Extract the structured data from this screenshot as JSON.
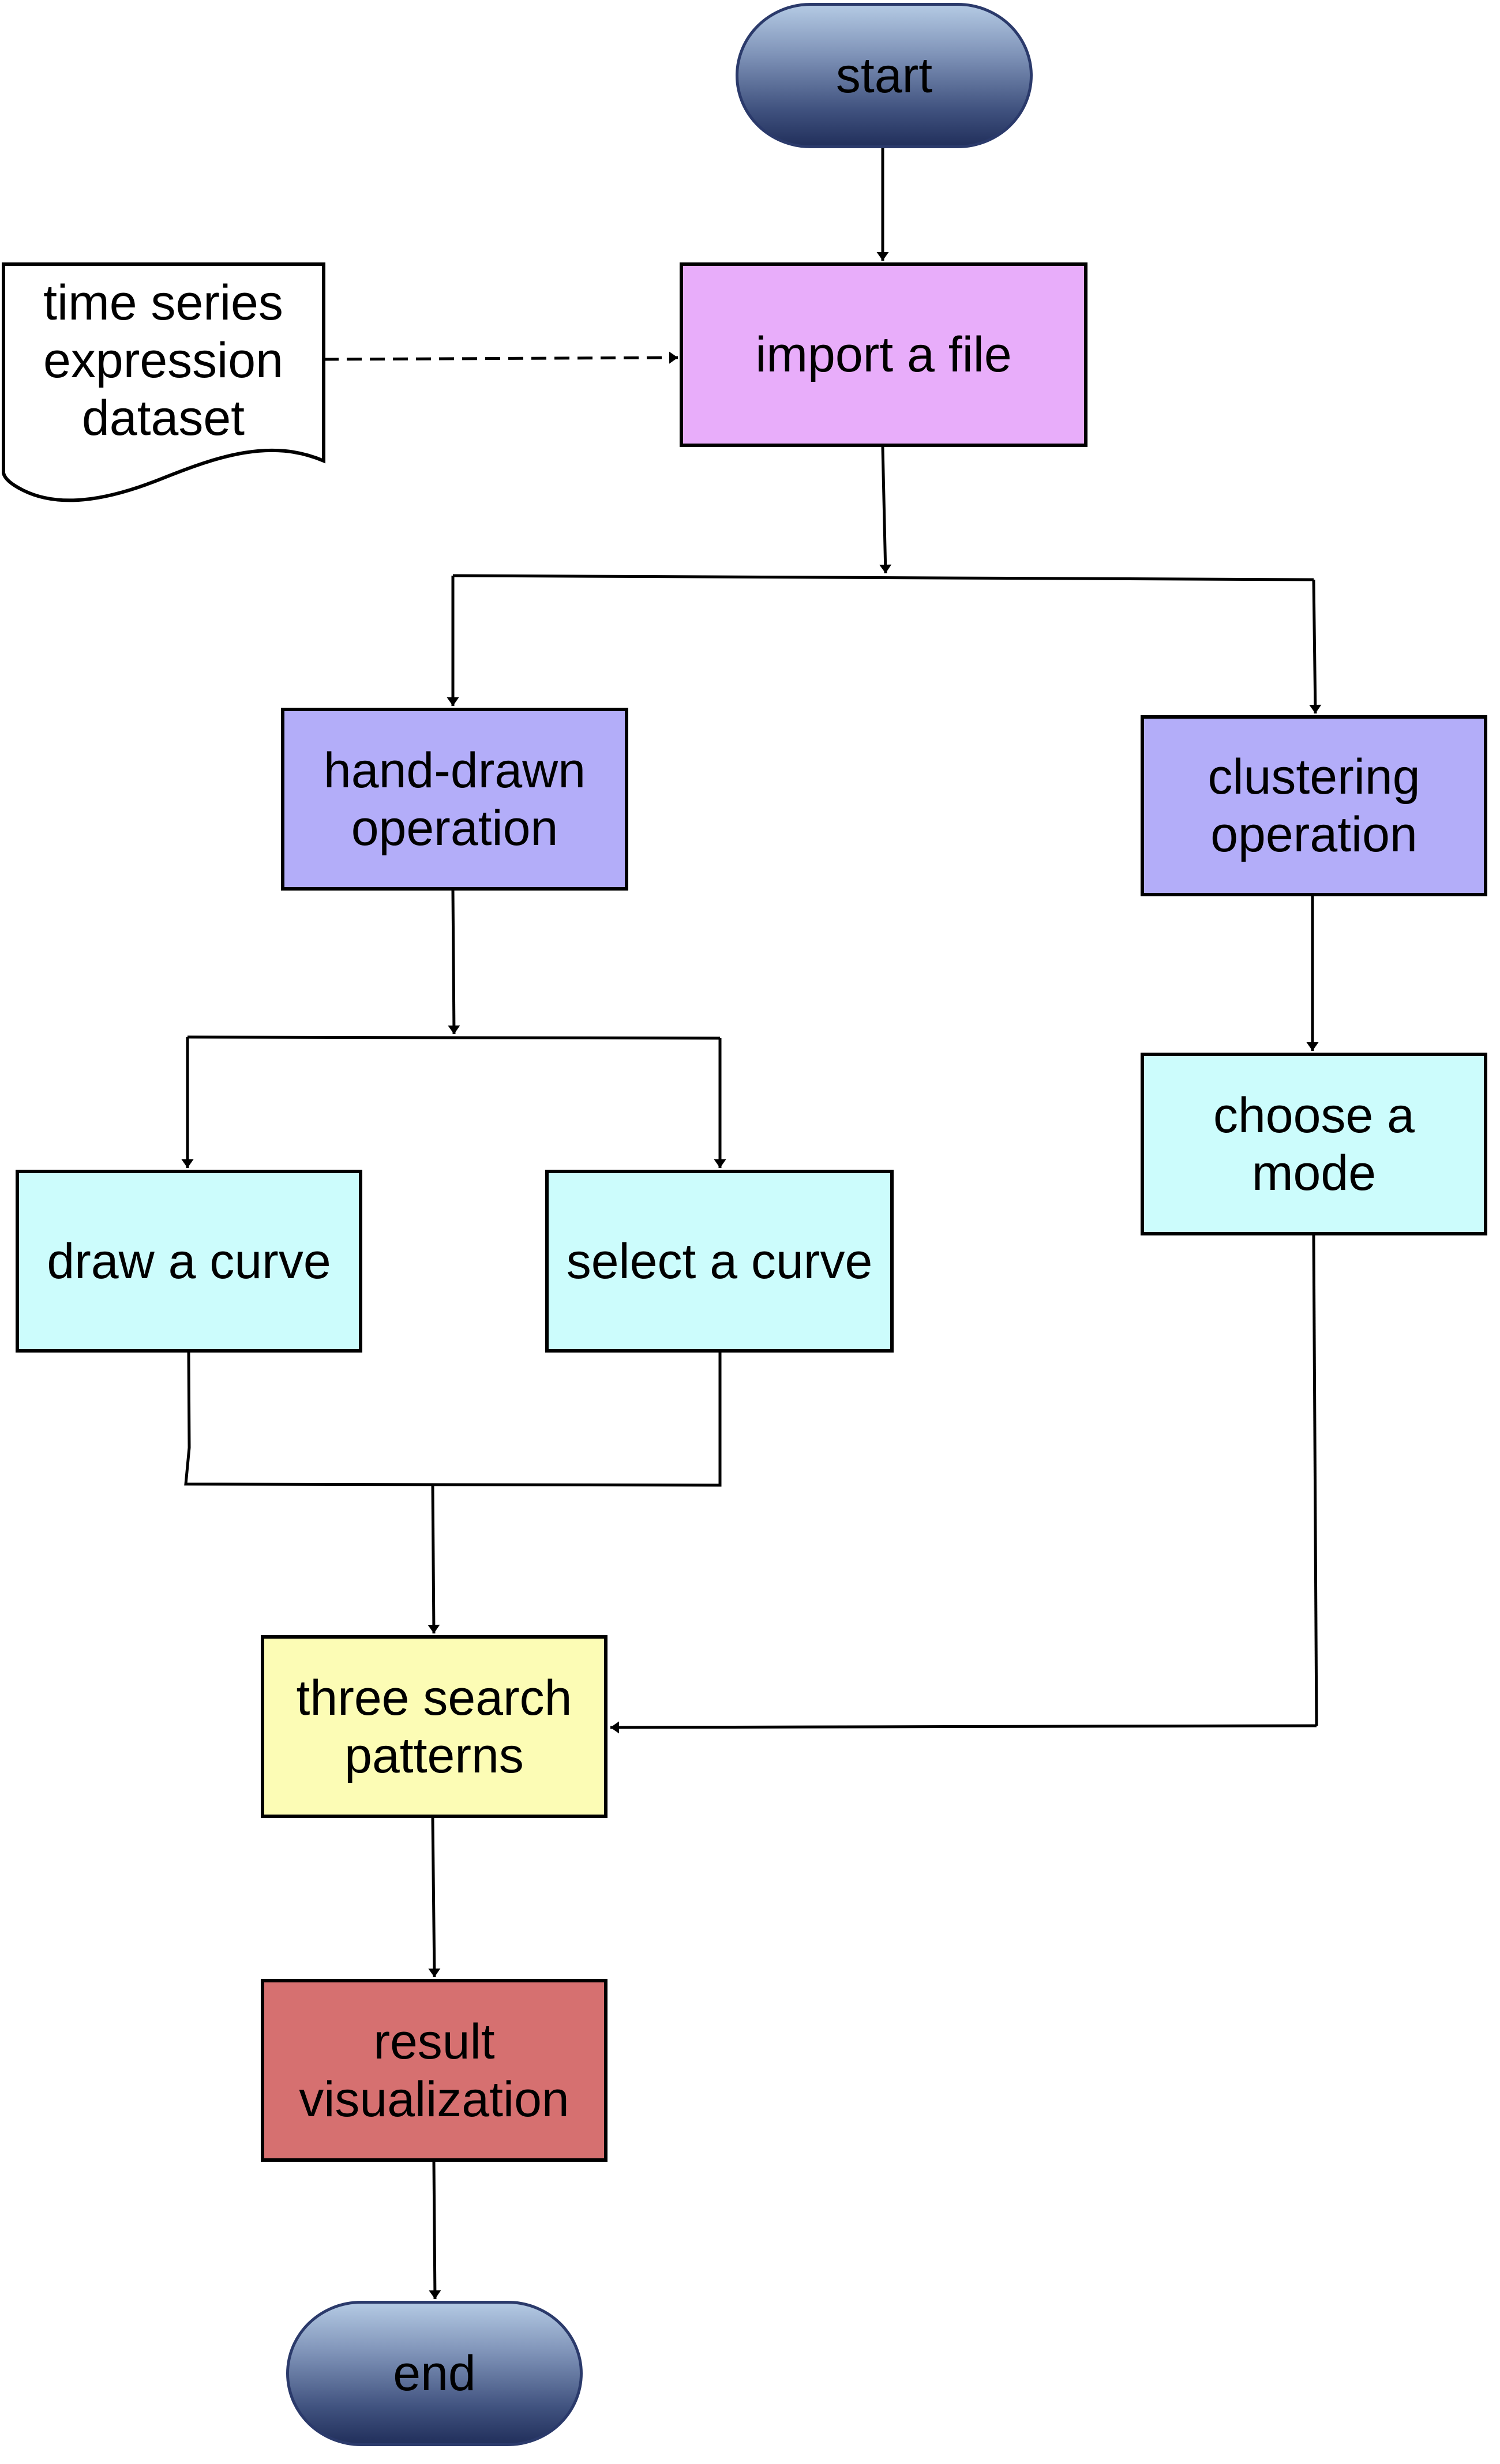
{
  "diagram": {
    "type": "flowchart",
    "nodes": {
      "start": {
        "label": "start",
        "shape": "terminal"
      },
      "dataset": {
        "label": "time series\nexpression\ndataset",
        "shape": "document"
      },
      "import": {
        "label": "import a file",
        "shape": "process",
        "color": "#E8ADFA"
      },
      "hand_drawn": {
        "label": "hand-drawn\noperation",
        "shape": "process",
        "color": "#B3ADF9"
      },
      "clustering": {
        "label": "clustering\noperation",
        "shape": "process",
        "color": "#B3ADF9"
      },
      "draw_curve": {
        "label": "draw a curve",
        "shape": "process",
        "color": "#CCFCFC"
      },
      "select_curve": {
        "label": "select a curve",
        "shape": "process",
        "color": "#CCFCFC"
      },
      "choose_mode": {
        "label": "choose a\nmode",
        "shape": "process",
        "color": "#CCFCFC"
      },
      "search_patterns": {
        "label": "three search\npatterns",
        "shape": "process",
        "color": "#FCFCB5"
      },
      "result": {
        "label": "result\nvisualization",
        "shape": "process",
        "color": "#D67070"
      },
      "end": {
        "label": "end",
        "shape": "terminal"
      }
    },
    "edges": [
      {
        "from": "start",
        "to": "import",
        "style": "solid"
      },
      {
        "from": "dataset",
        "to": "import",
        "style": "dashed"
      },
      {
        "from": "import",
        "to": "hand_drawn",
        "style": "solid"
      },
      {
        "from": "import",
        "to": "clustering",
        "style": "solid"
      },
      {
        "from": "hand_drawn",
        "to": "draw_curve",
        "style": "solid"
      },
      {
        "from": "hand_drawn",
        "to": "select_curve",
        "style": "solid"
      },
      {
        "from": "clustering",
        "to": "choose_mode",
        "style": "solid"
      },
      {
        "from": "draw_curve",
        "to": "search_patterns",
        "style": "solid"
      },
      {
        "from": "select_curve",
        "to": "search_patterns",
        "style": "solid"
      },
      {
        "from": "choose_mode",
        "to": "search_patterns",
        "style": "solid"
      },
      {
        "from": "search_patterns",
        "to": "result",
        "style": "solid"
      },
      {
        "from": "result",
        "to": "end",
        "style": "solid"
      }
    ]
  }
}
